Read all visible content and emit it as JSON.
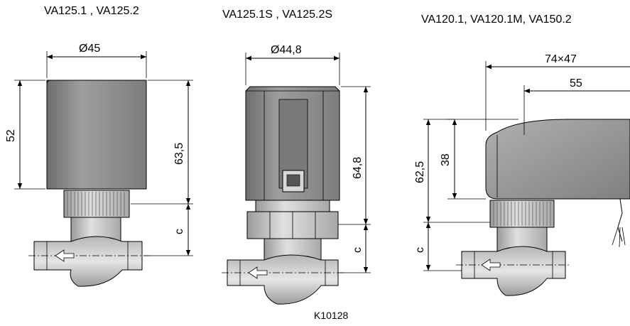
{
  "titles": {
    "left": "VA125.1 , VA125.2",
    "middle": "VA125.1S , VA125.2S",
    "right": "VA120.1, VA120.1M, VA150.2"
  },
  "dims": {
    "left_diameter": "Ø45",
    "left_height_cap": "52",
    "left_height_total": "63,5",
    "left_c": "c",
    "mid_diameter": "Ø44,8",
    "mid_height_total": "64,8",
    "mid_c": "c",
    "right_width": "74×47",
    "right_offset": "55",
    "right_height_body": "38",
    "right_height_total": "62,5",
    "right_c": "c"
  },
  "drawing_code": "K10128",
  "colors": {
    "body_fill": "#909090",
    "body_light": "#bdbdbd",
    "body_dark": "#5e5e5e",
    "metal_fill": "#c4c4c4",
    "line": "#000000"
  }
}
